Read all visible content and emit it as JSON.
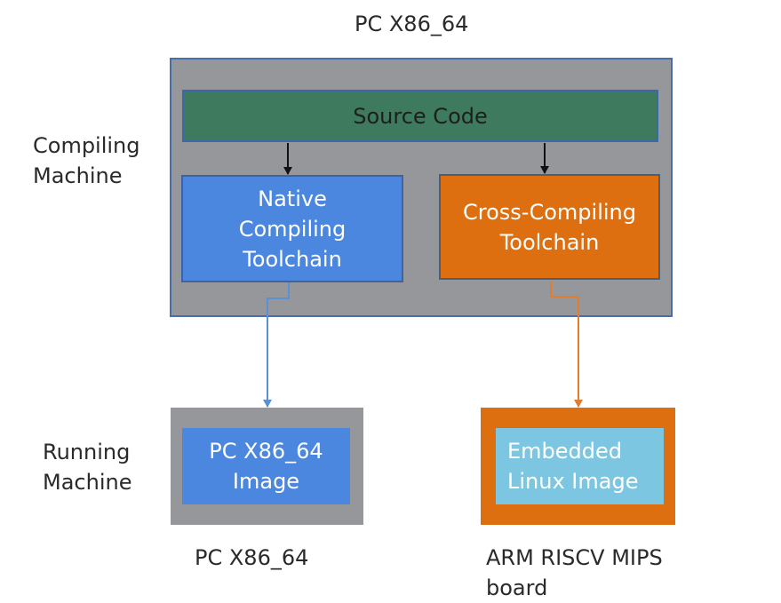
{
  "diagram": {
    "top_label": "PC X86_64",
    "compiling_machine_label": "Compiling\nMachine",
    "running_machine_label": "Running\nMachine",
    "source_code": "Source Code",
    "native_toolchain": "Native\nCompiling\nToolchain",
    "cross_toolchain": "Cross-Compiling\nToolchain",
    "pc_image": "PC X86_64\nImage",
    "embedded_image": "Embedded\nLinux Image",
    "pc_target_label": "PC X86_64",
    "embedded_target_label": "ARM RISCV MIPS\nboard"
  },
  "colors": {
    "machine_frame": "#95979b",
    "source_code": "#3d7a5e",
    "native": "#4c87df",
    "cross": "#de6f10",
    "embedded": "#7cc6e2",
    "native_arrow": "#5b8fd6",
    "cross_arrow": "#e07d2e"
  }
}
